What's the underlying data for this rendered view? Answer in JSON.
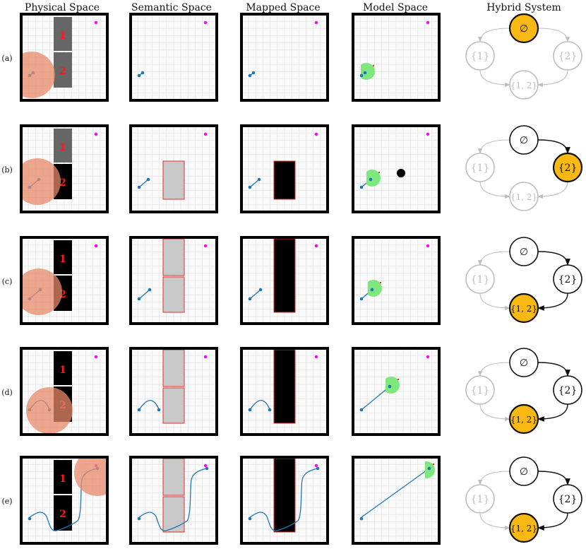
{
  "columns": [
    "Physical Space",
    "Semantic Space",
    "Mapped Space",
    "Model Space",
    "Hybrid System"
  ],
  "rows": [
    {
      "label": "(a)",
      "active": "empty",
      "b1": "gray",
      "b2": "gray",
      "known": [],
      "path": "a",
      "modelDot": false,
      "modelPos": "start",
      "robotAtGoal": false,
      "edges": []
    },
    {
      "label": "(b)",
      "active": "2",
      "b1": "gray",
      "b2": "black",
      "known": [
        "2"
      ],
      "path": "b",
      "modelDot": true,
      "modelPos": "start",
      "robotAtGoal": false,
      "edges": [
        "empty-2"
      ]
    },
    {
      "label": "(c)",
      "active": "12",
      "b1": "black",
      "b2": "black",
      "known": [
        "1",
        "2"
      ],
      "path": "c",
      "modelDot": false,
      "modelPos": "start",
      "robotAtGoal": false,
      "edges": [
        "empty-2",
        "2-12"
      ]
    },
    {
      "label": "(d)",
      "active": "12",
      "b1": "black",
      "b2": "black",
      "known": [
        "1",
        "2"
      ],
      "path": "d",
      "modelDot": false,
      "modelPos": "mid",
      "robotAtGoal": false,
      "edges": [
        "empty-2",
        "2-12"
      ]
    },
    {
      "label": "(e)",
      "active": "12",
      "b1": "black",
      "b2": "black",
      "known": [
        "1",
        "2"
      ],
      "path": "e",
      "modelDot": false,
      "modelPos": "goal",
      "robotAtGoal": true,
      "edges": [
        "empty-2",
        "2-12"
      ]
    }
  ],
  "block_labels": {
    "b1": "1",
    "b2": "2"
  },
  "hybrid_states": {
    "empty": "∅",
    "s1": "{1}",
    "s2": "{2}",
    "s12": "{1, 2}"
  },
  "colors": {
    "active_state": "#f9b812",
    "inactive_gray": "#bdbdbd",
    "path_blue": "#1f77b4",
    "goal_magenta": "#ff00ff",
    "sensor_orange": "#e8896a",
    "model_green": "#7ee87e",
    "block_red": "#e03030",
    "block_gray_fill": "#c8c8c8",
    "grid": "#e6e6e6"
  }
}
